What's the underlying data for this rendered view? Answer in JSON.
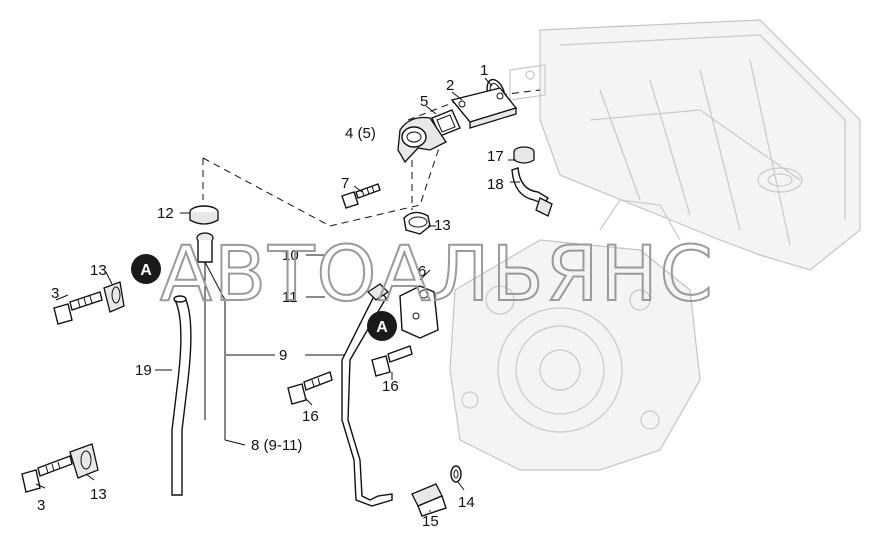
{
  "watermark": "АВТОАЛЬЯНС",
  "callouts": {
    "a_upper": "A",
    "a_lower": "A"
  },
  "labels": {
    "p1": "1",
    "p2": "2",
    "p5": "5",
    "p4_5": "4 (5)",
    "p17": "17",
    "p18": "18",
    "p7": "7",
    "p12": "12",
    "p13_top": "13",
    "p10": "10",
    "p11": "11",
    "p6": "6",
    "p13_left": "13",
    "p3_top": "3",
    "p9": "9",
    "p19": "19",
    "p16_left": "16",
    "p16_right": "16",
    "p8": "8 (9-11)",
    "p14": "14",
    "p15": "15",
    "p3_bottom": "3",
    "p13_bottom": "13"
  }
}
